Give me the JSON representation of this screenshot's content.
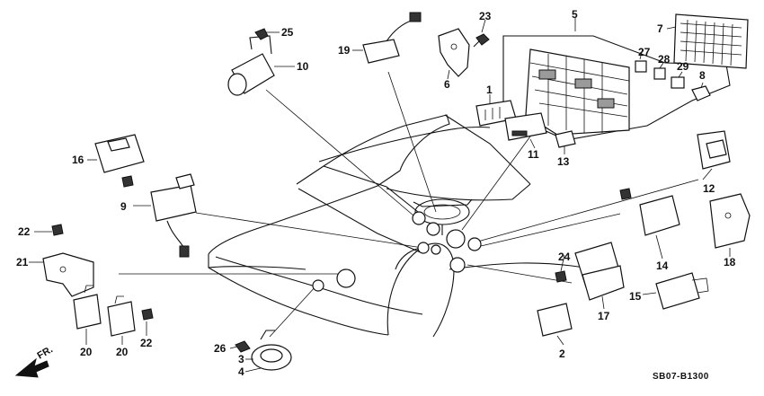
{
  "diagram": {
    "code": "SB07-B1300",
    "direction_label": "FR.",
    "callouts": [
      "1",
      "2",
      "3",
      "4",
      "5",
      "6",
      "7",
      "8",
      "9",
      "10",
      "11",
      "12",
      "13",
      "14",
      "15",
      "16",
      "17",
      "18",
      "19",
      "20",
      "20",
      "21",
      "22",
      "22",
      "23",
      "24",
      "25",
      "26",
      "27",
      "28",
      "29"
    ]
  }
}
